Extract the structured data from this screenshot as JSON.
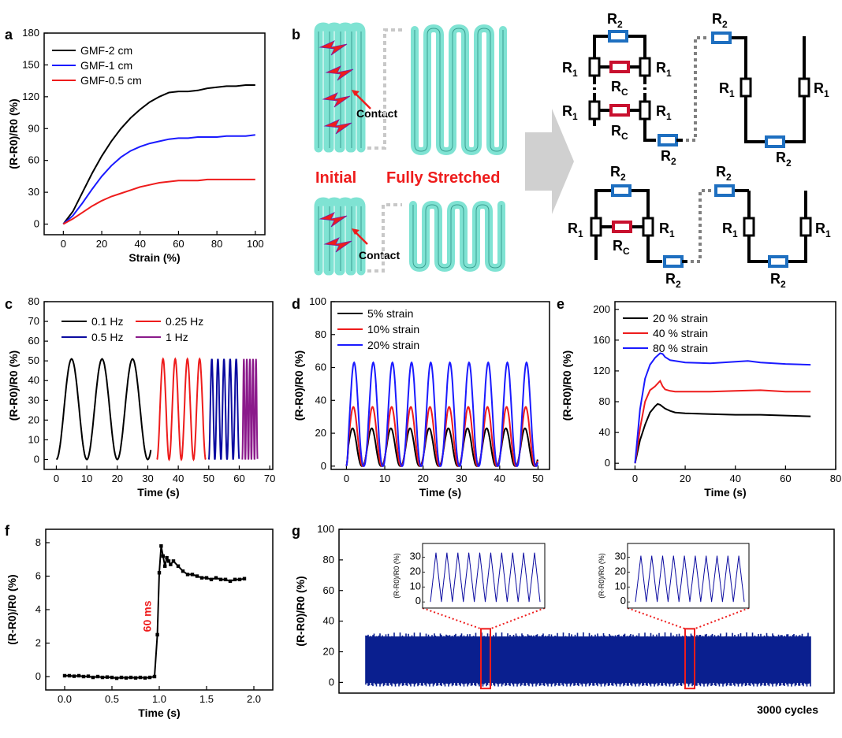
{
  "chart_data": [
    {
      "panel": "a",
      "type": "line",
      "xlabel": "Strain (%)",
      "ylabel": "(R-R0)/R0 (%)",
      "xlim": [
        -10,
        105
      ],
      "ylim": [
        -10,
        180
      ],
      "xticks": [
        0,
        20,
        40,
        60,
        80,
        100
      ],
      "yticks": [
        0,
        30,
        60,
        90,
        120,
        150,
        180
      ],
      "legend_position": "top-left",
      "series": [
        {
          "name": "GMF-2 cm",
          "color": "#000000",
          "x": [
            0,
            5,
            10,
            15,
            20,
            25,
            30,
            35,
            40,
            45,
            50,
            55,
            60,
            65,
            70,
            75,
            80,
            85,
            90,
            95,
            100
          ],
          "y": [
            0,
            12,
            30,
            48,
            64,
            78,
            90,
            100,
            108,
            115,
            120,
            124,
            125,
            125,
            126,
            128,
            129,
            130,
            130,
            131,
            131
          ]
        },
        {
          "name": "GMF-1 cm",
          "color": "#1a1aff",
          "x": [
            0,
            5,
            10,
            15,
            20,
            25,
            30,
            35,
            40,
            45,
            50,
            55,
            60,
            65,
            70,
            75,
            80,
            85,
            90,
            95,
            100
          ],
          "y": [
            0,
            8,
            20,
            33,
            45,
            55,
            63,
            69,
            73,
            76,
            78,
            80,
            81,
            81,
            82,
            82,
            82,
            83,
            83,
            83,
            84
          ]
        },
        {
          "name": "GMF-0.5 cm",
          "color": "#ee1c1c",
          "x": [
            0,
            5,
            10,
            15,
            20,
            25,
            30,
            35,
            40,
            45,
            50,
            55,
            60,
            65,
            70,
            75,
            80,
            85,
            90,
            95,
            100
          ],
          "y": [
            0,
            5,
            11,
            17,
            22,
            26,
            29,
            32,
            35,
            37,
            39,
            40,
            41,
            41,
            41,
            42,
            42,
            42,
            42,
            42,
            42
          ]
        }
      ]
    },
    {
      "panel": "c",
      "type": "line",
      "xlabel": "Time (s)",
      "ylabel": "(R-R0)/R0 (%)",
      "xlim": [
        -4,
        71
      ],
      "ylim": [
        -5,
        80
      ],
      "xticks": [
        0,
        10,
        20,
        30,
        40,
        50,
        60,
        70
      ],
      "yticks": [
        0,
        10,
        20,
        30,
        40,
        50,
        60,
        70,
        80
      ],
      "legend_position": "top",
      "series": [
        {
          "name": "0.1 Hz",
          "color": "#000000",
          "start": 0,
          "end": 31,
          "period": 10,
          "amp": 51
        },
        {
          "name": "0.25 Hz",
          "color": "#ee1c1c",
          "start": 33,
          "end": 49,
          "period": 4,
          "amp": 51
        },
        {
          "name": "0.5 Hz",
          "color": "#0b0ba0",
          "start": 50,
          "end": 60,
          "period": 2,
          "amp": 51
        },
        {
          "name": "1 Hz",
          "color": "#8b1a8b",
          "start": 61,
          "end": 66,
          "period": 1,
          "amp": 51
        }
      ]
    },
    {
      "panel": "d",
      "type": "line",
      "xlabel": "Time (s)",
      "ylabel": "(R-R0)/R0 (%)",
      "xlim": [
        -4,
        53
      ],
      "ylim": [
        -2,
        100
      ],
      "xticks": [
        0,
        10,
        20,
        30,
        40,
        50
      ],
      "yticks": [
        0,
        20,
        40,
        60,
        80,
        100
      ],
      "legend_position": "top-left",
      "series": [
        {
          "name": "5% strain",
          "color": "#000000",
          "period": 5,
          "amp": 23,
          "phase": 1.6,
          "start": 0,
          "end": 50
        },
        {
          "name": "10% strain",
          "color": "#ee1c1c",
          "period": 5,
          "amp": 36,
          "phase": 1.8,
          "start": 0,
          "end": 50
        },
        {
          "name": "20% strain",
          "color": "#1a1aff",
          "period": 5,
          "amp": 63,
          "phase": 2.0,
          "start": 0,
          "end": 50
        }
      ]
    },
    {
      "panel": "e",
      "type": "line",
      "xlabel": "Time (s)",
      "ylabel": "(R-R0)/R0 (%)",
      "xlim": [
        -8,
        80
      ],
      "ylim": [
        -8,
        210
      ],
      "xticks": [
        0,
        20,
        40,
        60,
        80
      ],
      "yticks": [
        0,
        40,
        80,
        120,
        160,
        200
      ],
      "legend_position": "top-left",
      "series": [
        {
          "name": "20 % strain",
          "color": "#000000",
          "x": [
            0,
            2,
            4,
            6,
            8,
            9,
            10,
            12,
            14,
            16,
            20,
            30,
            40,
            50,
            60,
            70
          ],
          "y": [
            0,
            30,
            50,
            66,
            74,
            77,
            76,
            71,
            68,
            66,
            65,
            64,
            63,
            63,
            62,
            61
          ]
        },
        {
          "name": "40 % strain",
          "color": "#ee1c1c",
          "x": [
            0,
            2,
            4,
            6,
            8,
            10,
            11,
            12,
            14,
            16,
            20,
            30,
            40,
            50,
            60,
            70
          ],
          "y": [
            0,
            45,
            80,
            95,
            100,
            107,
            100,
            96,
            94,
            93,
            93,
            93,
            94,
            95,
            93,
            93
          ]
        },
        {
          "name": "80 % strain",
          "color": "#1a1aff",
          "x": [
            0,
            2,
            4,
            6,
            8,
            10,
            11,
            12,
            14,
            16,
            20,
            30,
            40,
            45,
            50,
            60,
            70
          ],
          "y": [
            0,
            70,
            110,
            128,
            137,
            143,
            142,
            138,
            134,
            133,
            131,
            130,
            132,
            133,
            131,
            129,
            128
          ]
        }
      ]
    },
    {
      "panel": "f",
      "type": "line",
      "xlabel": "Time (s)",
      "ylabel": "(R-R0)/R0 (%)",
      "xlim": [
        -0.2,
        2.2
      ],
      "ylim": [
        -0.8,
        8.8
      ],
      "xticks": [
        "0.0",
        "0.5",
        "1.0",
        "1.5",
        "2.0"
      ],
      "yticks": [
        0,
        2,
        4,
        6,
        8
      ],
      "annotation": "60 ms",
      "series": [
        {
          "name": "",
          "color": "#000000",
          "x": [
            0,
            0.05,
            0.1,
            0.15,
            0.2,
            0.25,
            0.3,
            0.35,
            0.4,
            0.45,
            0.5,
            0.55,
            0.6,
            0.65,
            0.7,
            0.75,
            0.8,
            0.85,
            0.9,
            0.95,
            0.98,
            1.0,
            1.02,
            1.04,
            1.06,
            1.08,
            1.1,
            1.12,
            1.15,
            1.2,
            1.25,
            1.3,
            1.35,
            1.4,
            1.45,
            1.5,
            1.55,
            1.6,
            1.65,
            1.7,
            1.75,
            1.8,
            1.85,
            1.9
          ],
          "y": [
            0.05,
            0.05,
            0.02,
            0.05,
            0.0,
            0.02,
            -0.05,
            0.0,
            -0.05,
            -0.03,
            -0.05,
            -0.1,
            -0.05,
            -0.08,
            -0.05,
            -0.08,
            -0.05,
            -0.08,
            -0.05,
            0.0,
            2.5,
            6.2,
            7.8,
            7.2,
            6.6,
            7.1,
            6.9,
            6.7,
            6.9,
            6.6,
            6.3,
            6.1,
            6.1,
            6.0,
            5.9,
            5.9,
            5.8,
            5.9,
            5.8,
            5.8,
            5.7,
            5.8,
            5.8,
            5.85
          ]
        }
      ]
    },
    {
      "panel": "g",
      "type": "line",
      "xlabel": "3000 cycles",
      "ylabel": "(R-R0)/R0 (%)",
      "ylim": [
        -7,
        100
      ],
      "yticks": [
        0,
        20,
        40,
        60,
        80,
        100
      ],
      "cycles": 3000,
      "band_low": 0,
      "band_high": 30,
      "insets": [
        {
          "ylabel": "(R-R0)/R0 (%)",
          "yticks": [
            0,
            10,
            20,
            30
          ],
          "peak": 33,
          "cycles": 10
        },
        {
          "ylabel": "(R-R0)/R0 (%)",
          "yticks": [
            0,
            10,
            20,
            30
          ],
          "peak": 31,
          "cycles": 10
        }
      ]
    }
  ],
  "panel_labels": {
    "a": "a",
    "b": "b",
    "c": "c",
    "d": "d",
    "e": "e",
    "f": "f",
    "g": "g"
  },
  "diagram": {
    "contact_label": "Contact",
    "initial_label": "Initial",
    "stretched_label": "Fully Stretched",
    "r1": "R1",
    "r2": "R2",
    "rc": "RC"
  },
  "colors": {
    "fiber": "#7fe3d3",
    "bolt": "#ee1c1c",
    "resistor_blue": "#1e6fc0",
    "resistor_red": "#c8102e",
    "arrow_grey": "#cfcfcf",
    "cycle_fill": "#0a1f8f"
  }
}
